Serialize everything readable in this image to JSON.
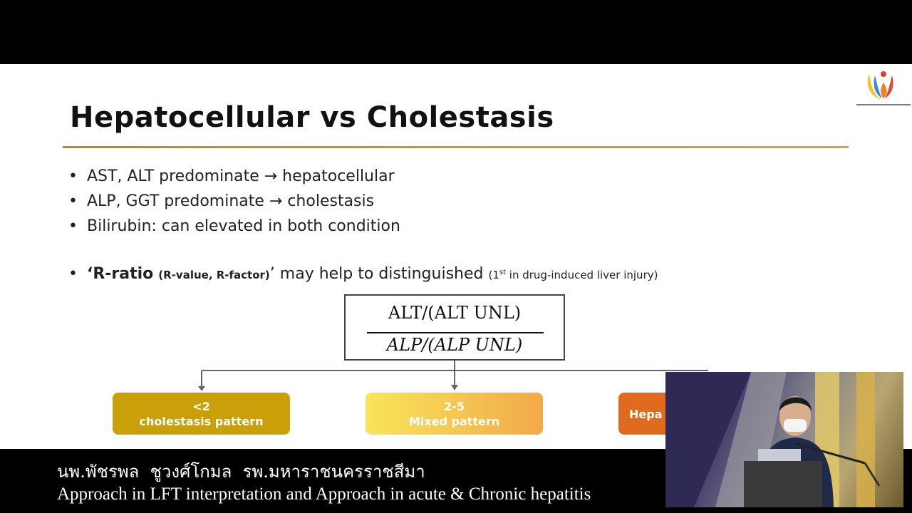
{
  "slide": {
    "title": "Hepatocellular vs Cholestasis",
    "bullets": [
      "AST, ALT predominate → hepatocellular",
      "ALP, GGT predominate → cholestasis",
      "Bilirubin: can elevated in both condition"
    ],
    "r_ratio": {
      "bold": "‘R-ratio",
      "small": "(R-value, R-factor)",
      "text": "’ may help to distinguished",
      "note_open": "(1",
      "note_sup": "st",
      "note_close": " in drug-induced liver injury)"
    },
    "formula": {
      "numerator": "ALT/(ALT UNL)",
      "denominator": "ALP/(ALP UNL)"
    },
    "patterns": [
      {
        "range": "<2",
        "label": "cholestasis pattern",
        "color": "#c9a00a"
      },
      {
        "range": "2-5",
        "label": "Mixed pattern",
        "color": "#f5c750"
      },
      {
        "range": "",
        "label": "Hepa",
        "color": "#e06b1e"
      }
    ]
  },
  "caption": {
    "speaker_line": "นพ.พัชรพล  ชูวงศ์โกมล  รพ.มหาราชนครราชสีมา",
    "talk_title": "Approach in LFT interpretation and Approach in acute & Chronic hepatitis"
  },
  "colors": {
    "rule": "#d4a820",
    "background": "#ffffff",
    "letterbox": "#000000"
  }
}
